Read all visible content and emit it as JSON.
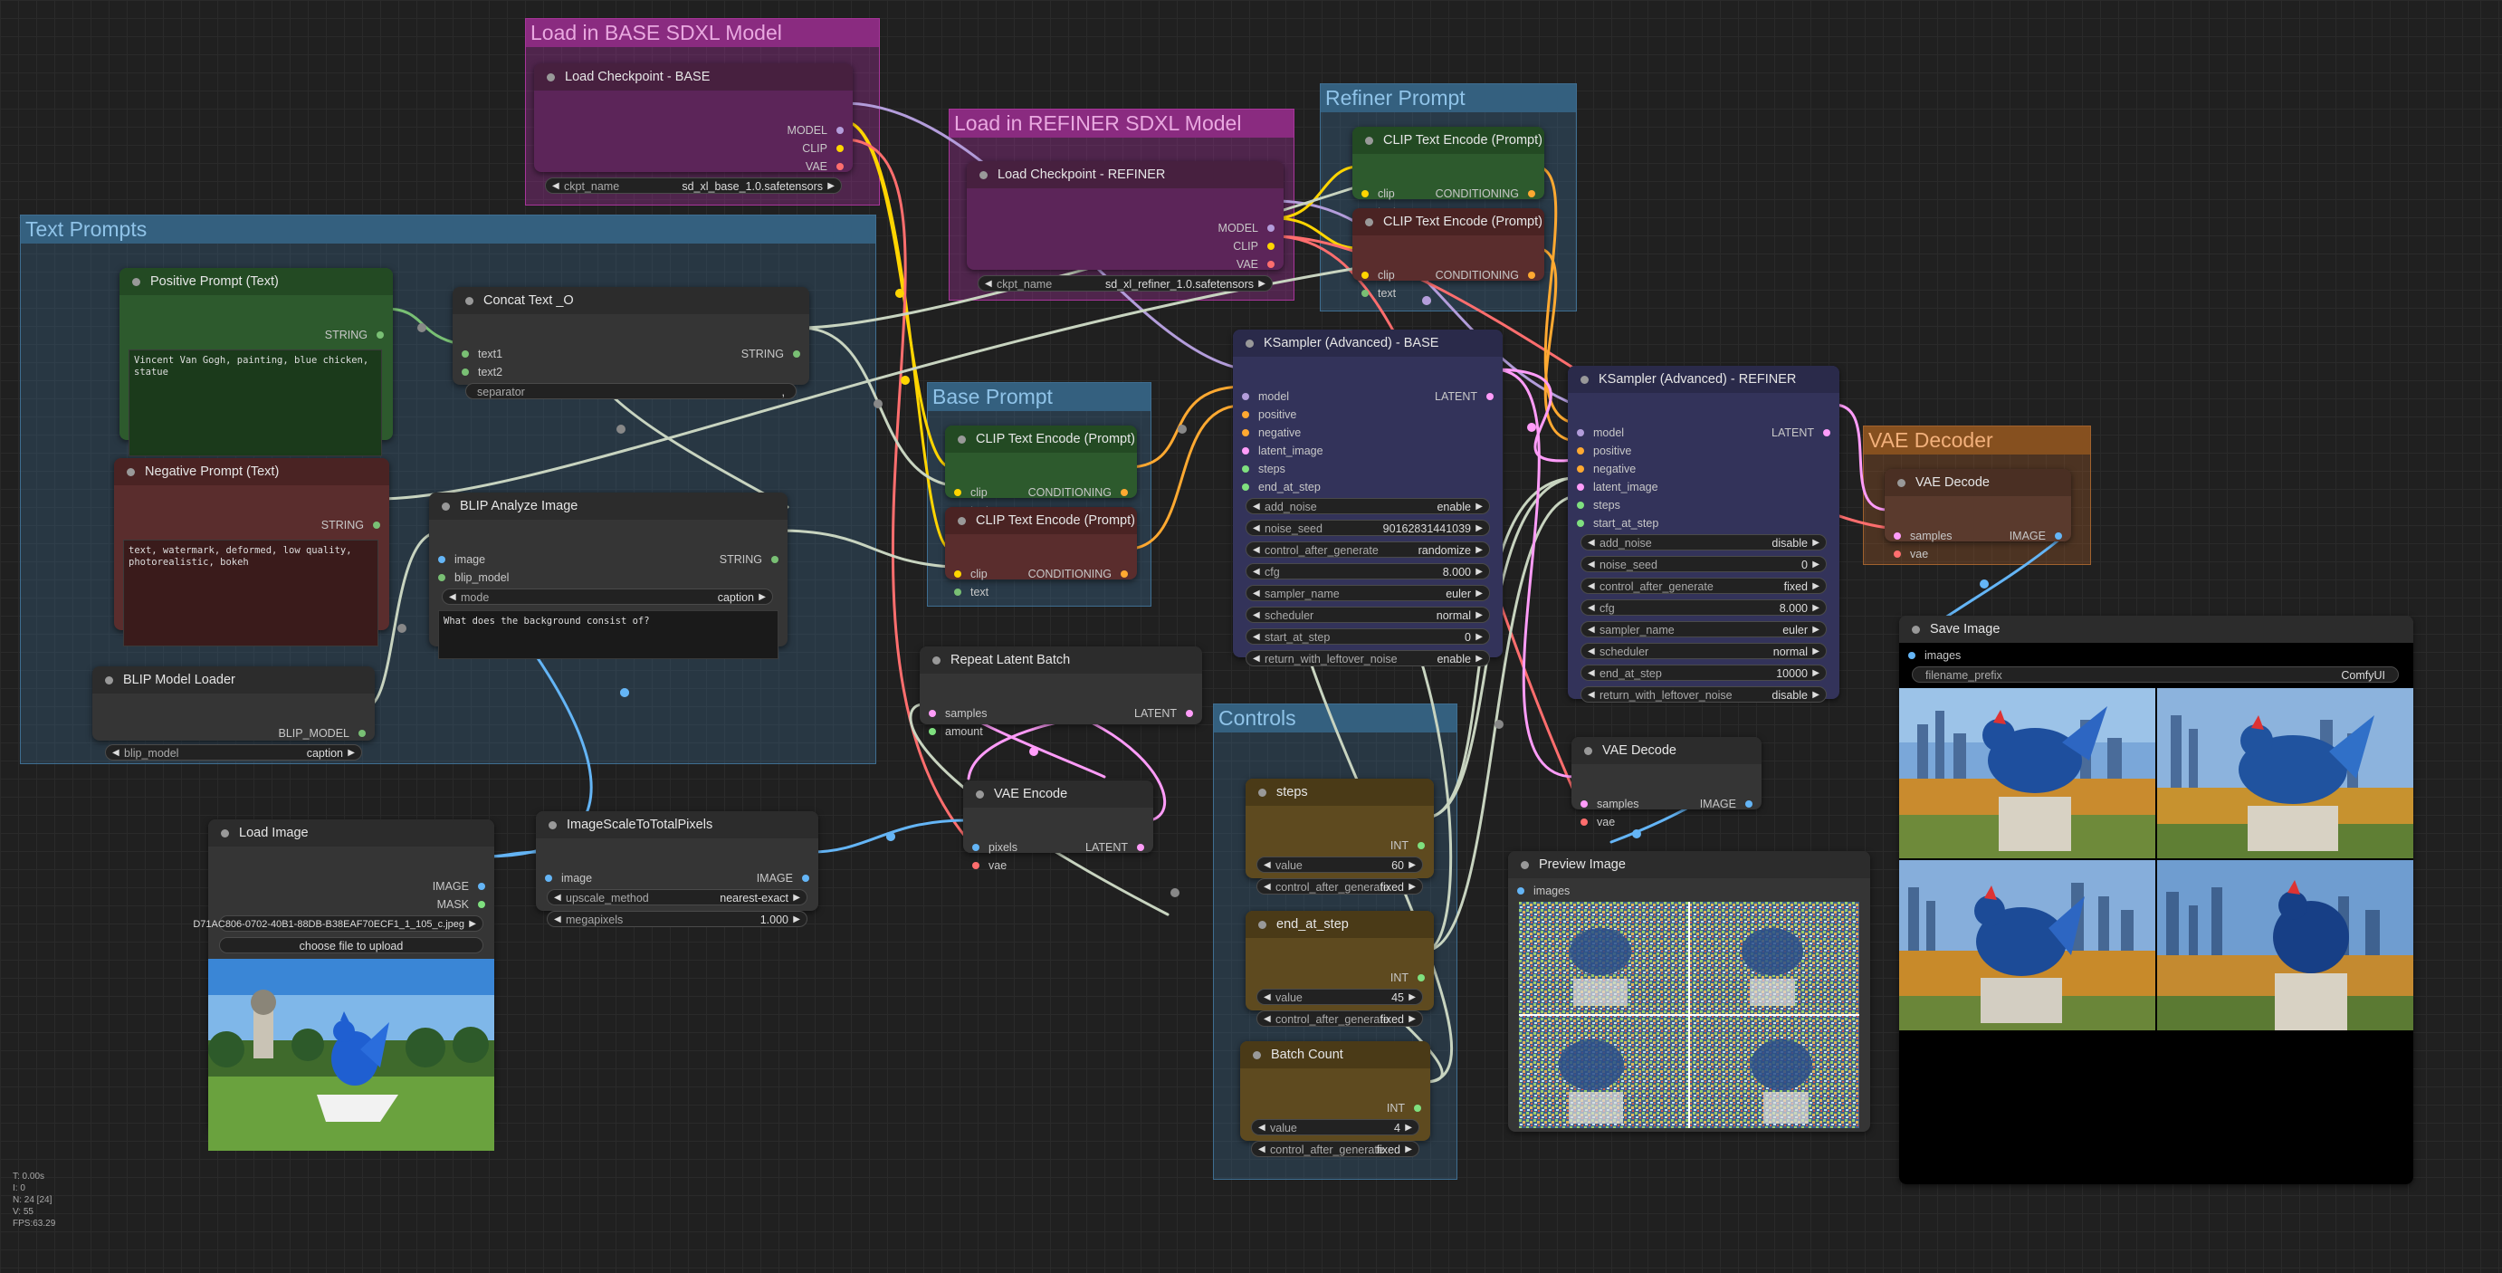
{
  "groups": {
    "base_model": "Load in BASE SDXL Model",
    "refiner_model": "Load in REFINER SDXL Model",
    "refiner_prompt": "Refiner Prompt",
    "text_prompts": "Text Prompts",
    "base_prompt": "Base Prompt",
    "vae_decoder": "VAE Decoder",
    "controls": "Controls"
  },
  "nodes": {
    "ckpt_base": {
      "title": "Load Checkpoint - BASE",
      "out_model": "MODEL",
      "out_clip": "CLIP",
      "out_vae": "VAE",
      "w_label": "ckpt_name",
      "w_value": "sd_xl_base_1.0.safetensors"
    },
    "ckpt_refiner": {
      "title": "Load Checkpoint - REFINER",
      "out_model": "MODEL",
      "out_clip": "CLIP",
      "out_vae": "VAE",
      "w_label": "ckpt_name",
      "w_value": "sd_xl_refiner_1.0.safetensors"
    },
    "clip_ref_pos": {
      "title": "CLIP Text Encode (Prompt)",
      "in_clip": "clip",
      "in_text": "text",
      "out": "CONDITIONING"
    },
    "clip_ref_neg": {
      "title": "CLIP Text Encode (Prompt)",
      "in_clip": "clip",
      "in_text": "text",
      "out": "CONDITIONING"
    },
    "pos_prompt": {
      "title": "Positive Prompt (Text)",
      "out": "STRING",
      "text": "Vincent Van Gogh, painting, blue chicken, statue"
    },
    "neg_prompt": {
      "title": "Negative Prompt (Text)",
      "out": "STRING",
      "text": "text, watermark, deformed, low quality, photorealistic, bokeh"
    },
    "concat": {
      "title": "Concat Text _O",
      "in_text1": "text1",
      "in_text2": "text2",
      "out": "STRING",
      "w_label": "separator",
      "w_value": ","
    },
    "blip_analyze": {
      "title": "BLIP Analyze Image",
      "in_image": "image",
      "in_blip": "blip_model",
      "out": "STRING",
      "w_label": "mode",
      "w_value": "caption",
      "text": "What does the background consist of?"
    },
    "blip_loader": {
      "title": "BLIP Model Loader",
      "out": "BLIP_MODEL",
      "w_label": "blip_model",
      "w_value": "caption"
    },
    "clip_base_pos": {
      "title": "CLIP Text Encode (Prompt)",
      "in_clip": "clip",
      "in_text": "text",
      "out": "CONDITIONING"
    },
    "clip_base_neg": {
      "title": "CLIP Text Encode (Prompt)",
      "in_clip": "clip",
      "in_text": "text",
      "out": "CONDITIONING"
    },
    "ksampler_base": {
      "title": "KSampler (Advanced) - BASE",
      "in_model": "model",
      "in_positive": "positive",
      "in_negative": "negative",
      "in_latent": "latent_image",
      "in_steps": "steps",
      "in_end": "end_at_step",
      "out": "LATENT",
      "widgets": [
        {
          "label": "add_noise",
          "value": "enable"
        },
        {
          "label": "noise_seed",
          "value": "901628314410​39"
        },
        {
          "label": "control_after_generate",
          "value": "randomize"
        },
        {
          "label": "cfg",
          "value": "8.000"
        },
        {
          "label": "sampler_name",
          "value": "euler"
        },
        {
          "label": "scheduler",
          "value": "normal"
        },
        {
          "label": "start_at_step",
          "value": "0"
        },
        {
          "label": "return_with_leftover_noise",
          "value": "enable"
        }
      ]
    },
    "ksampler_refiner": {
      "title": "KSampler (Advanced) - REFINER",
      "in_model": "model",
      "in_positive": "positive",
      "in_negative": "negative",
      "in_latent": "latent_image",
      "in_steps": "steps",
      "in_start": "start_at_step",
      "out": "LATENT",
      "widgets": [
        {
          "label": "add_noise",
          "value": "disable"
        },
        {
          "label": "noise_seed",
          "value": "0"
        },
        {
          "label": "control_after_generate",
          "value": "fixed"
        },
        {
          "label": "cfg",
          "value": "8.000"
        },
        {
          "label": "sampler_name",
          "value": "euler"
        },
        {
          "label": "scheduler",
          "value": "normal"
        },
        {
          "label": "end_at_step",
          "value": "10000"
        },
        {
          "label": "return_with_leftover_noise",
          "value": "disable"
        }
      ]
    },
    "vae_decode_top": {
      "title": "VAE Decode",
      "in_samples": "samples",
      "in_vae": "vae",
      "out": "IMAGE"
    },
    "save_image": {
      "title": "Save Image",
      "in_images": "images",
      "w_label": "filename_prefix",
      "w_value": "ComfyUI"
    },
    "repeat_latent": {
      "title": "Repeat Latent Batch",
      "in_samples": "samples",
      "in_amount": "amount",
      "out": "LATENT"
    },
    "vae_encode": {
      "title": "VAE Encode",
      "in_pixels": "pixels",
      "in_vae": "vae",
      "out": "LATENT"
    },
    "vae_decode_mid": {
      "title": "VAE Decode",
      "in_samples": "samples",
      "in_vae": "vae",
      "out": "IMAGE"
    },
    "preview": {
      "title": "Preview Image",
      "in_images": "images"
    },
    "load_image": {
      "title": "Load Image",
      "out_image": "IMAGE",
      "out_mask": "MASK",
      "w_value": "D71AC806-0702-40B1-88DB-B38EAF70ECF1_1_105_c.jpeg",
      "button": "choose file to upload"
    },
    "image_scale": {
      "title": "ImageScaleToTotalPixels",
      "in_image": "image",
      "out": "IMAGE",
      "w1_label": "upscale_method",
      "w1_value": "nearest-exact",
      "w2_label": "megapixels",
      "w2_value": "1.000"
    },
    "steps": {
      "title": "steps",
      "out": "INT",
      "w1_label": "value",
      "w1_value": "60",
      "w2_label": "control_after_generate",
      "w2_value": "fixed"
    },
    "end_at_step": {
      "title": "end_at_step",
      "out": "INT",
      "w1_label": "value",
      "w1_value": "45",
      "w2_label": "control_after_generate",
      "w2_value": "fixed"
    },
    "batch_count": {
      "title": "Batch Count",
      "out": "INT",
      "w1_label": "value",
      "w1_value": "4",
      "w2_label": "control_after_generate",
      "w2_value": "fixed"
    }
  },
  "stats": {
    "t": "T: 0.00s",
    "i": "I: 0",
    "n": "N: 24 [24]",
    "v": "V: 55",
    "fps": "FPS:63.29"
  },
  "colors": {
    "model": "#b39ddb",
    "clip": "#ffd500",
    "vae": "#ff6e6e",
    "conditioning": "#ffa931",
    "string": "#79c074",
    "latent": "#ff9cf9",
    "image": "#64b5f6",
    "int": "#7fe07f",
    "blip": "#79c074"
  }
}
